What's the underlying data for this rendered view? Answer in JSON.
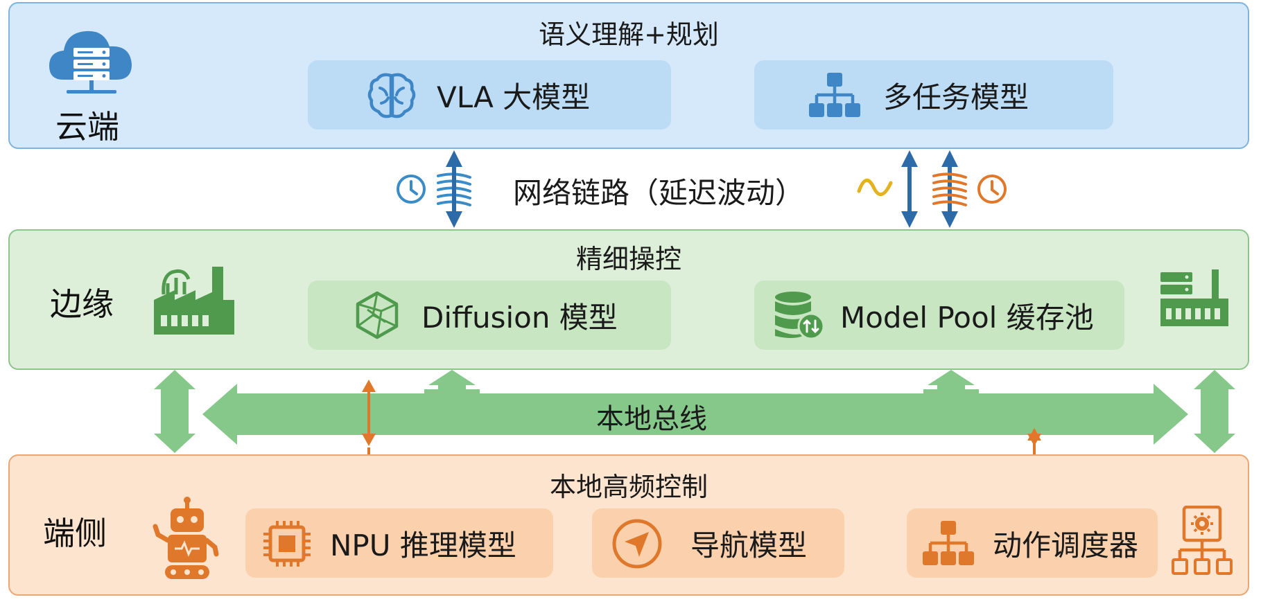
{
  "cloud": {
    "label": "云端",
    "title": "语义理解+规划",
    "boxes": [
      {
        "label": "VLA 大模型",
        "icon": "brain-icon"
      },
      {
        "label": "多任务模型",
        "icon": "hierarchy-icon"
      }
    ],
    "icon": "cloud-server-icon"
  },
  "network": {
    "label": "网络链路（延迟波动）",
    "icons": [
      "clock-icon",
      "spring-icon",
      "wave-icon",
      "spring-icon",
      "clock-icon"
    ]
  },
  "edge": {
    "label": "边缘",
    "title": "精细操控",
    "boxes": [
      {
        "label": "Diffusion 模型",
        "icon": "diffusion-icon"
      },
      {
        "label": "Model Pool 缓存池",
        "icon": "database-sync-icon"
      }
    ],
    "icons": [
      "factory-icon",
      "server-factory-icon"
    ]
  },
  "bus": {
    "label": "本地总线"
  },
  "device": {
    "label": "端侧",
    "title": "本地高频控制",
    "boxes": [
      {
        "label": "NPU 推理模型",
        "icon": "chip-icon"
      },
      {
        "label": "导航模型",
        "icon": "navigation-icon"
      },
      {
        "label": "动作调度器",
        "icon": "hierarchy-icon"
      }
    ],
    "icons": [
      "robot-icon",
      "gear-network-icon"
    ]
  },
  "colors": {
    "cloud_fill": "#d6e9fa",
    "cloud_accent": "#3f86c6",
    "edge_fill": "#ddefd9",
    "edge_accent": "#4f9a4c",
    "bus": "#86c88a",
    "device_fill": "#fde4cf",
    "device_accent": "#e0782b",
    "link_blue": "#2d6aa8",
    "wave_yellow": "#e3b21e"
  }
}
